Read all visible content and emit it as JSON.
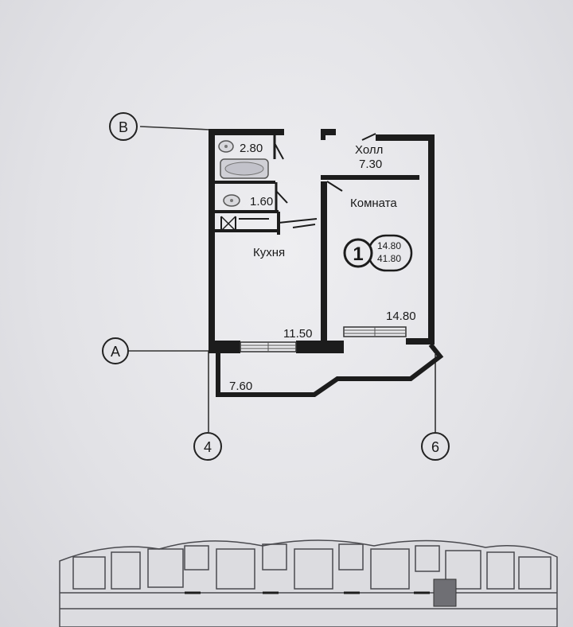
{
  "axes": {
    "row_top": "B",
    "row_bottom": "A",
    "col_left": "4",
    "col_right": "6"
  },
  "rooms": {
    "bathroom_area": "2.80",
    "wc_area": "1.60",
    "hall_name": "Холл",
    "hall_area": "7.30",
    "room_name": "Комната",
    "kitchen_name": "Кухня",
    "kitchen_area": "11.50",
    "room_area": "14.80",
    "balcony_area": "7.60"
  },
  "apartment_badge": {
    "rooms_count": "1",
    "living_area": "14.80",
    "total_area": "41.80"
  },
  "colors": {
    "wall": "#1c1c1c",
    "line": "#333333",
    "paper": "#e9e9ec",
    "highlight": "#6f6f74"
  }
}
